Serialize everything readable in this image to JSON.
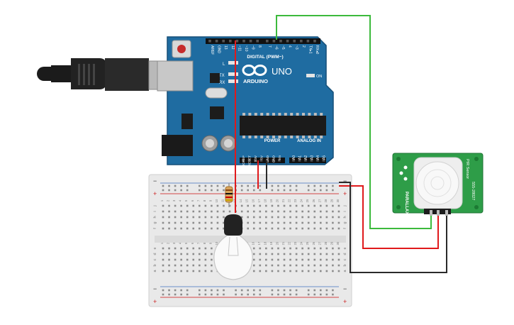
{
  "arduino": {
    "brand": "ARDUINO",
    "model": "UNO",
    "led_l": "L",
    "led_tx": "TX",
    "led_rx": "RX",
    "led_on": "ON",
    "digital_header": "DIGITAL (PWM~)",
    "digital_pins": [
      "AREF",
      "GND",
      "13",
      "12",
      "~11",
      "~10",
      "~9",
      "8",
      "7",
      "~6",
      "~5",
      "4",
      "~3",
      "2",
      "TX▸1",
      "RX◂0"
    ],
    "power_header": "POWER",
    "power_pins": [
      "IOREF",
      "RESET",
      "3.3V",
      "5V",
      "GND",
      "GND",
      "Vin"
    ],
    "analog_header": "ANALOG IN",
    "analog_pins": [
      "A0",
      "A1",
      "A2",
      "A3",
      "A4",
      "A5"
    ]
  },
  "breadboard": {
    "plus": "+",
    "minus": "−",
    "row_letters_top": [
      "j",
      "i",
      "h",
      "g",
      "f"
    ],
    "row_letters_bottom": [
      "e",
      "d",
      "c",
      "b",
      "a"
    ],
    "columns": 30
  },
  "pir_sensor": {
    "title": "PIR Sensor",
    "model": "555-28027",
    "brand": "PARALLAX"
  },
  "wire_colors": {
    "signal": "#3cba3c",
    "power": "#e0191b",
    "ground": "#2a2a2a"
  }
}
